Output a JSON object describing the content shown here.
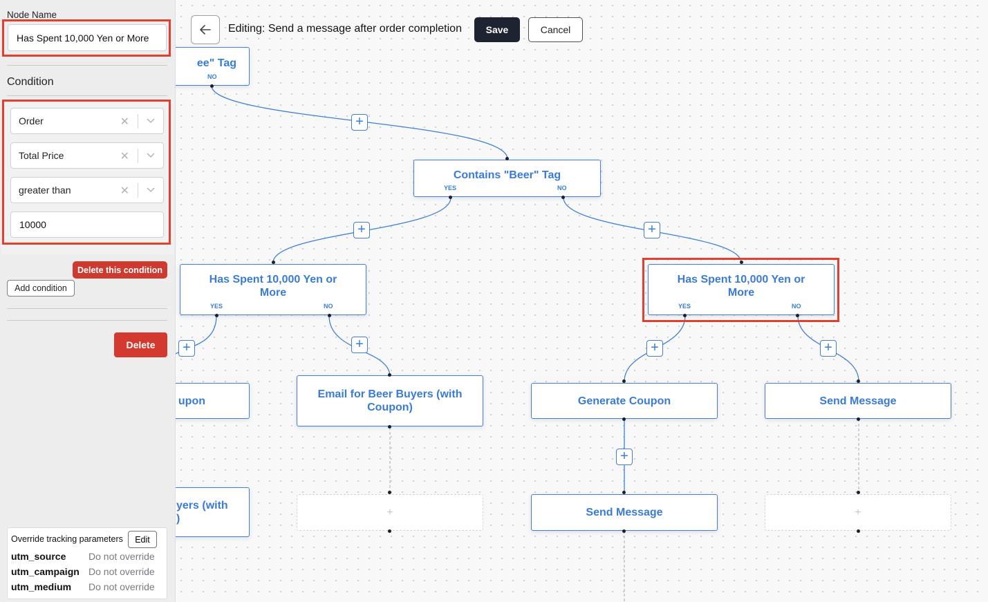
{
  "header": {
    "editing_title": "Editing: Send a message after order completion",
    "save_label": "Save",
    "cancel_label": "Cancel"
  },
  "sidebar": {
    "node_name_label": "Node Name",
    "node_name_value": "Has Spent 10,000 Yen or More",
    "condition_heading": "Condition",
    "condition": {
      "field_1": "Order",
      "field_2": "Total Price",
      "operator": "greater than",
      "value": "10000"
    },
    "delete_condition_label": "Delete this condition",
    "add_condition_label": "Add condition",
    "delete_label": "Delete",
    "tracking": {
      "title": "Override tracking parameters",
      "edit_label": "Edit",
      "rows": [
        {
          "key": "utm_source",
          "value": "Do not override"
        },
        {
          "key": "utm_campaign",
          "value": "Do not override"
        },
        {
          "key": "utm_medium",
          "value": "Do not override"
        }
      ]
    }
  },
  "flow": {
    "nodes": {
      "top_partial": "ee\" Tag",
      "contains_beer": "Contains \"Beer\" Tag",
      "spent_left": "Has Spent 10,000 Yen or More",
      "spent_right": "Has Spent 10,000 Yen or More",
      "coupon_partial": "upon",
      "email_beer": "Email for Beer Buyers (with Coupon)",
      "generate_coupon": "Generate Coupon",
      "send_message_1": "Send Message",
      "buyers_partial": "yers (with\n)",
      "send_message_2": "Send Message",
      "empty_placeholder": "+"
    },
    "yes_label": "YES",
    "no_label": "NO",
    "add_step_symbol": "+"
  },
  "colors": {
    "accent": "#3a7bd5",
    "highlight": "#e0402d",
    "save_bg": "#1d2330",
    "danger": "#d3392e"
  }
}
